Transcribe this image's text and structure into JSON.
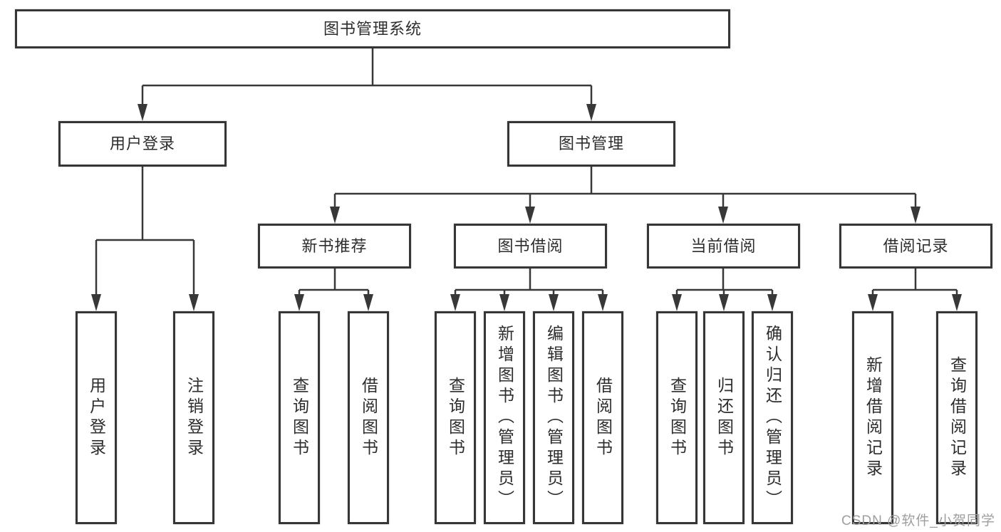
{
  "diagram": {
    "title": "图书管理系统",
    "branches": [
      {
        "label": "用户登录",
        "leaves": [
          {
            "label": "用户登录"
          },
          {
            "label": "注销登录"
          }
        ]
      },
      {
        "label": "图书管理",
        "children": [
          {
            "label": "新书推荐",
            "leaves": [
              {
                "label": "查询图书"
              },
              {
                "label": "借阅图书"
              }
            ]
          },
          {
            "label": "图书借阅",
            "leaves": [
              {
                "label": "查询图书"
              },
              {
                "label": "新增图书（管理员）"
              },
              {
                "label": "编辑图书（管理员）"
              },
              {
                "label": "借阅图书"
              }
            ]
          },
          {
            "label": "当前借阅",
            "leaves": [
              {
                "label": "查询图书"
              },
              {
                "label": "归还图书"
              },
              {
                "label": "确认归还（管理员）"
              }
            ]
          },
          {
            "label": "借阅记录",
            "leaves": [
              {
                "label": "新增借阅记录"
              },
              {
                "label": "查询借阅记录"
              }
            ]
          }
        ]
      }
    ]
  },
  "watermark": {
    "text": "CSDN @软件_小贺同学"
  },
  "colors": {
    "line": "#383838",
    "box_border": "#363636",
    "text": "#2d2d2d",
    "watermark": "#9e9e9e",
    "background": "#ffffff"
  }
}
